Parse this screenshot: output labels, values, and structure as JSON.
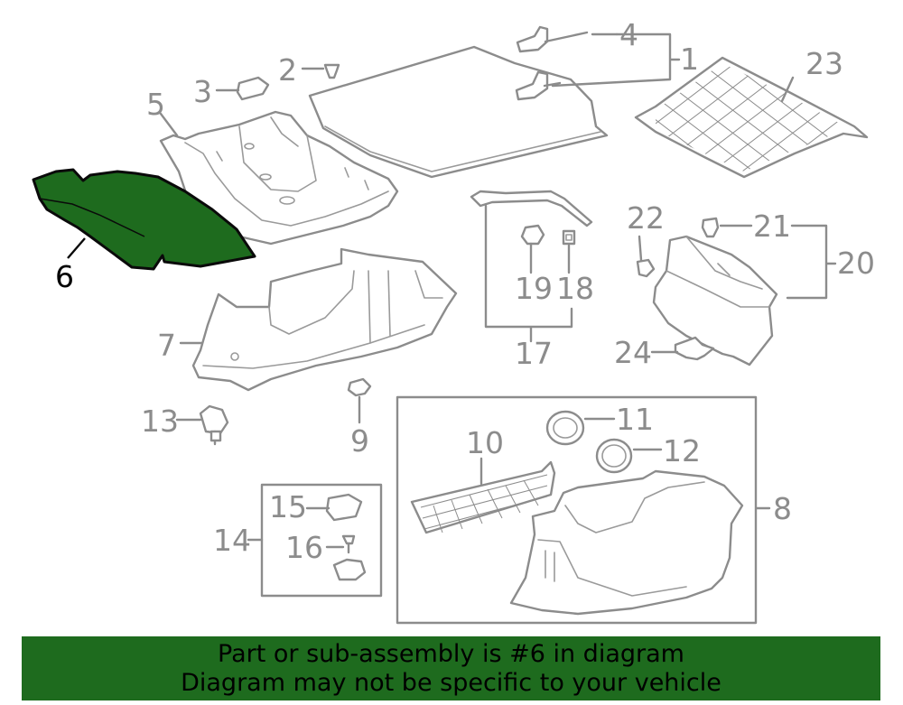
{
  "diagram": {
    "highlighted_part": "6",
    "callouts": {
      "c1": "1",
      "c2": "2",
      "c3": "3",
      "c4": "4",
      "c5": "5",
      "c6": "6",
      "c7": "7",
      "c8": "8",
      "c9": "9",
      "c10": "10",
      "c11": "11",
      "c12": "12",
      "c13": "13",
      "c14": "14",
      "c15": "15",
      "c16": "16",
      "c17": "17",
      "c18": "18",
      "c19": "19",
      "c20": "20",
      "c21": "21",
      "c22": "22",
      "c23": "23",
      "c24": "24"
    },
    "colors": {
      "highlight": "#1e6b1e",
      "line": "#8c8c8c",
      "label": "#8c8c8c"
    }
  },
  "footer": {
    "line1": "Part or sub-assembly is #6 in diagram",
    "line2": "Diagram may not be specific to your vehicle"
  }
}
